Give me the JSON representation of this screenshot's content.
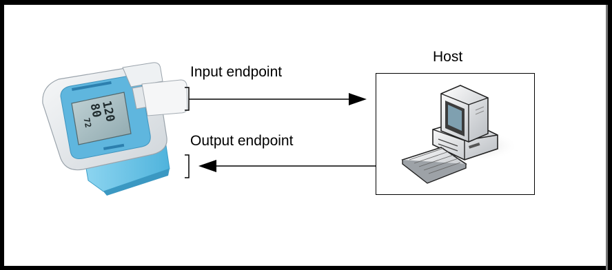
{
  "diagram": {
    "host_label": "Host",
    "input_label": "Input endpoint",
    "output_label": "Output endpoint",
    "device": {
      "name": "blood-pressure-monitor",
      "display_readings": [
        "120",
        "80",
        "72"
      ]
    },
    "colors": {
      "device_accent": "#5fb6de",
      "device_body": "#e9ecef",
      "strap": "#6cc6e8",
      "screen": "#9fb7bd",
      "line": "#000000"
    },
    "icons": [
      "computer-icon",
      "keyboard-icon"
    ]
  }
}
